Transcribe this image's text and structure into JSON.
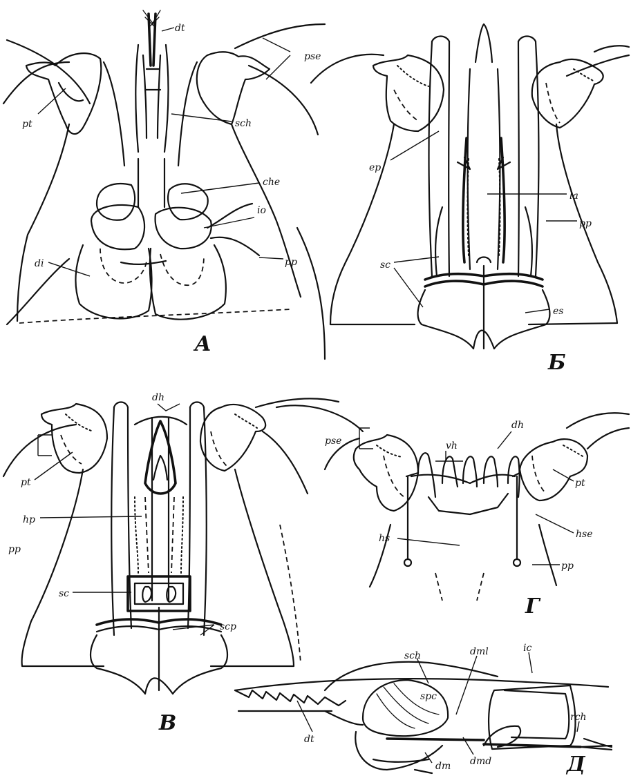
{
  "panels": {
    "A": {
      "letter": "A",
      "labels": {
        "dt": "dt",
        "pse": "pse",
        "pt": "pt",
        "sch": "sch",
        "che": "che",
        "io": "io",
        "di": "di",
        "pp": "pp"
      }
    },
    "B": {
      "letter": "Б",
      "labels": {
        "ep": "ep",
        "la": "la",
        "pp": "pp",
        "sc": "sc",
        "es": "es"
      }
    },
    "C": {
      "letter": "В",
      "labels": {
        "dh": "dh",
        "pt": "pt",
        "hp": "hp",
        "pp": "pp",
        "sc": "sc",
        "scp": "scp"
      }
    },
    "D": {
      "letter": "Г",
      "labels": {
        "vh": "vh",
        "dh": "dh",
        "pse": "pse",
        "pt": "pt",
        "hs": "hs",
        "hse": "hse",
        "pp": "pp"
      }
    },
    "E": {
      "letter": "Д",
      "labels": {
        "sch": "sch",
        "dml": "dml",
        "ic": "ic",
        "spc": "spc",
        "dt": "dt",
        "rch": "rch",
        "dm": "dm",
        "dmd": "dmd"
      }
    }
  }
}
